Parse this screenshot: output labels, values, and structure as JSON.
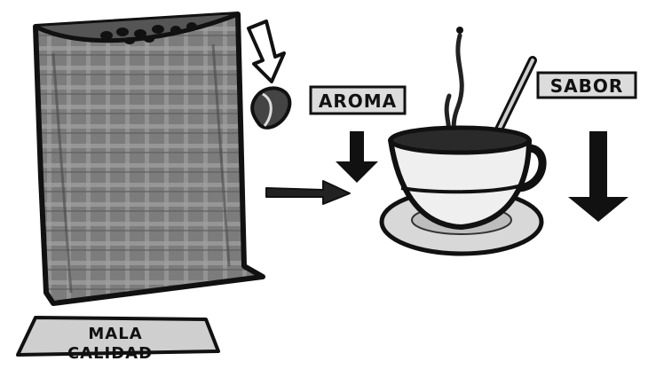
{
  "labels": {
    "aroma": "AROMA",
    "sabor": "SABOR",
    "quality_line1": "MALA",
    "quality_line2": "CALIDAD"
  },
  "colors": {
    "ink": "#111111",
    "sack_fill": "#7a7a7a",
    "sack_dark": "#555555",
    "label_fill": "#dcdcdc",
    "cup_fill": "#efefef",
    "coffee": "#2a2a2a"
  },
  "icons": [
    "coffee-sack-icon",
    "coffee-bean-icon",
    "hollow-down-arrow-icon",
    "right-arrow-icon",
    "down-arrow-icon",
    "coffee-cup-icon",
    "spoon-icon",
    "steam-icon"
  ]
}
